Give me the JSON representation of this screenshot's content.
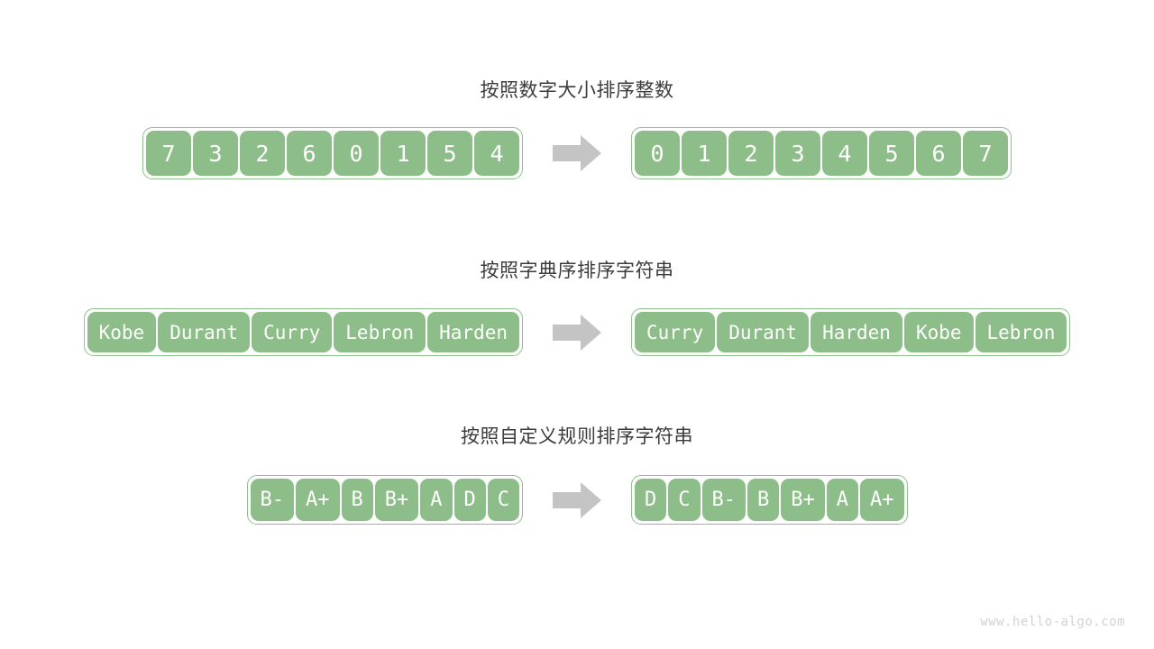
{
  "watermark": "www.hello-algo.com",
  "colors": {
    "cell_fill": "#8dbd88",
    "cell_text": "#ffffff",
    "container_border": "#8fbf8c",
    "title_text": "#3c3c3c",
    "arrow_fill": "#c4c4c4",
    "watermark_text": "#cfd4cd",
    "background": "#ffffff"
  },
  "sections": [
    {
      "id": "sort-integers-by-value",
      "title": "按照数字大小排序整数",
      "input_label": "unsorted-array",
      "output_label": "sorted-array",
      "arrow": "arrow-right-icon",
      "input": [
        "7",
        "3",
        "2",
        "6",
        "0",
        "1",
        "5",
        "4"
      ],
      "output": [
        "0",
        "1",
        "2",
        "3",
        "4",
        "5",
        "6",
        "7"
      ]
    },
    {
      "id": "sort-strings-lexicographically",
      "title": "按照字典序排序字符串",
      "input_label": "unsorted-array",
      "output_label": "sorted-array",
      "arrow": "arrow-right-icon",
      "input": [
        "Kobe",
        "Durant",
        "Curry",
        "Lebron",
        "Harden"
      ],
      "output": [
        "Curry",
        "Durant",
        "Harden",
        "Kobe",
        "Lebron"
      ]
    },
    {
      "id": "sort-strings-custom-rule",
      "title": "按照自定义规则排序字符串",
      "input_label": "unsorted-array",
      "output_label": "sorted-array",
      "arrow": "arrow-right-icon",
      "input": [
        "B-",
        "A+",
        "B",
        "B+",
        "A",
        "D",
        "C"
      ],
      "output": [
        "D",
        "C",
        "B-",
        "B",
        "B+",
        "A",
        "A+"
      ]
    }
  ]
}
